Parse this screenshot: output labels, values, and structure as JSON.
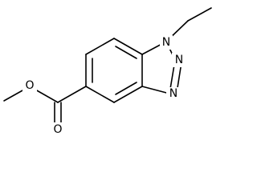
{
  "molecule": {
    "atoms": {
      "n1": "N",
      "n2": "N",
      "n3": "N",
      "o_ester": "O",
      "o_carbonyl": "O"
    }
  }
}
